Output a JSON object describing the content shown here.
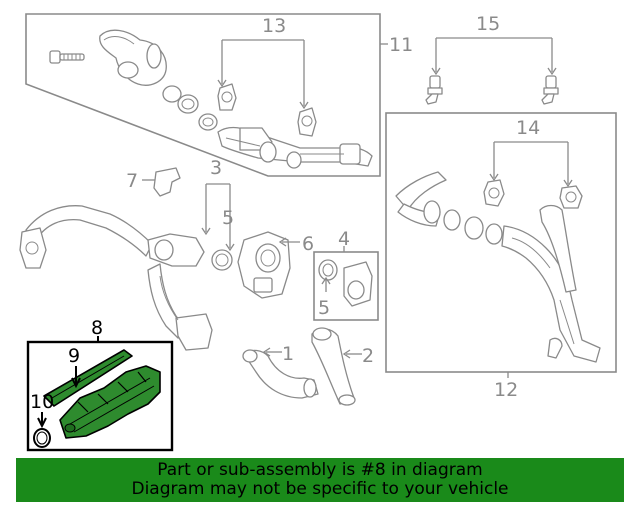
{
  "callouts": {
    "c1": "1",
    "c2": "2",
    "c3": "3",
    "c4": "4",
    "c5a": "5",
    "c5b": "5",
    "c6": "6",
    "c7": "7",
    "c8": "8",
    "c9": "9",
    "c10": "10",
    "c11": "11",
    "c12": "12",
    "c13": "13",
    "c14": "14",
    "c15": "15"
  },
  "highlight": {
    "part_number": "8",
    "color": "#2e8b2e",
    "banner_color": "#1a8a1a"
  },
  "banner": {
    "line1": "Part or sub-assembly is #8 in diagram",
    "line2": "Diagram may not be specific to your vehicle"
  }
}
